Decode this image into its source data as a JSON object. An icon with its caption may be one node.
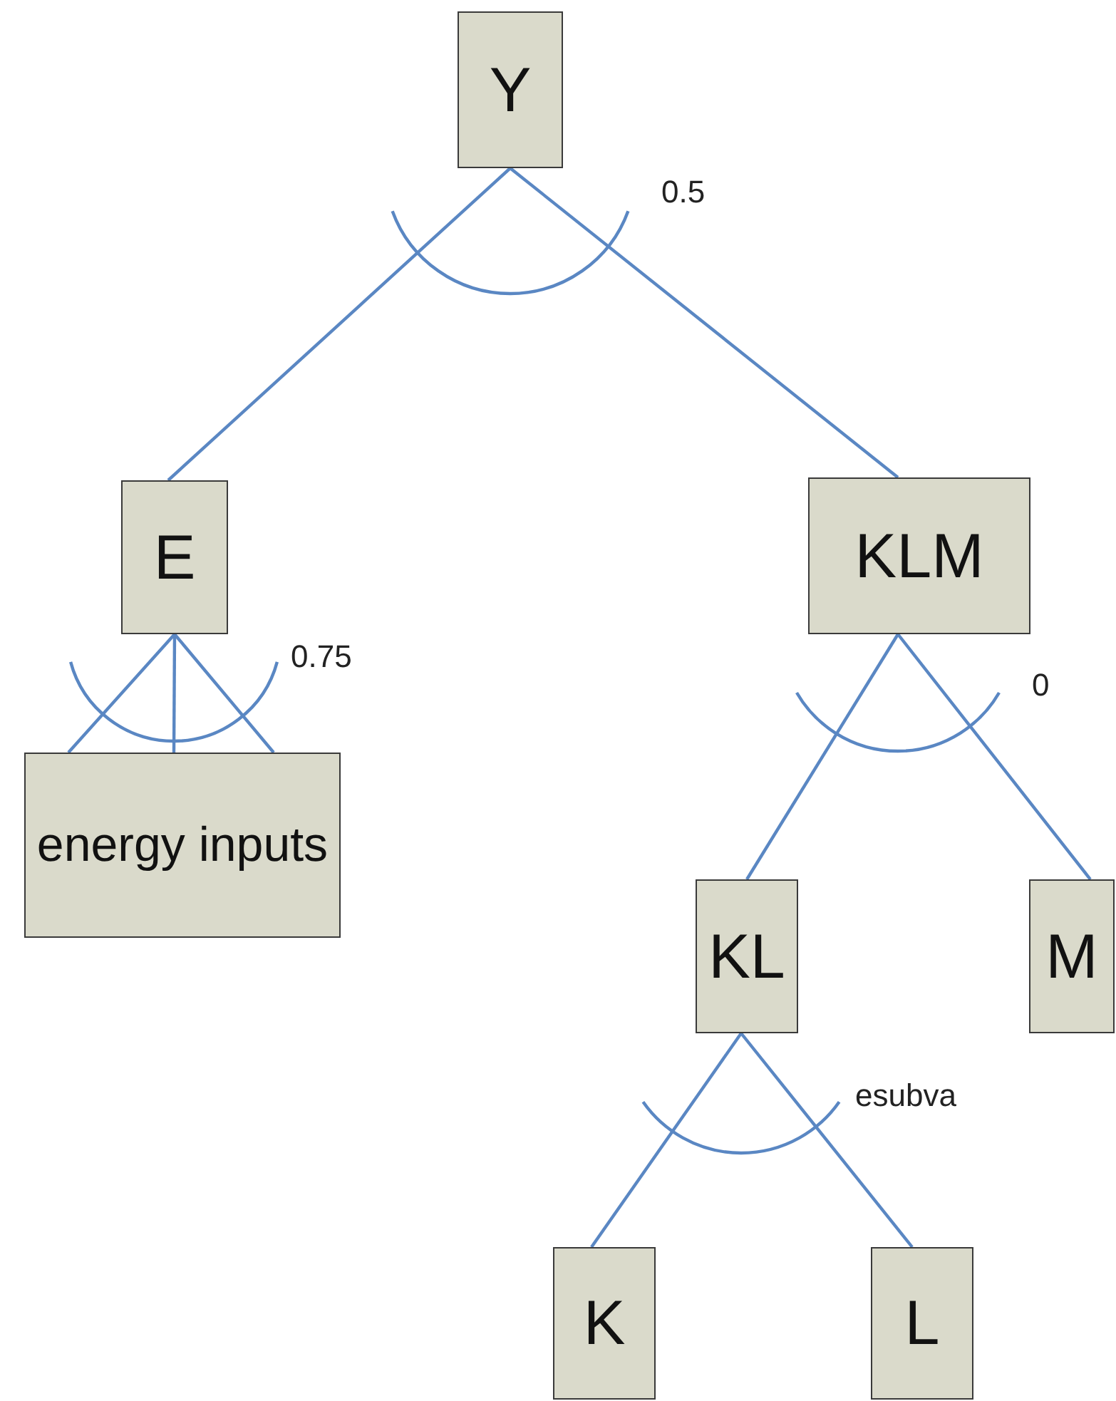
{
  "diagram": {
    "nodes": [
      {
        "text": [
          "Y"
        ]
      },
      {
        "text": [
          "E"
        ]
      },
      {
        "text": [
          "KLM"
        ]
      },
      {
        "text": [
          "energy inputs"
        ]
      },
      {
        "text": [
          "KL"
        ]
      },
      {
        "text": [
          "M"
        ]
      },
      {
        "text": [
          "K"
        ]
      },
      {
        "text": [
          "L"
        ]
      }
    ],
    "edges": [
      {
        "from": 0,
        "to": 1,
        "arrow": "none"
      },
      {
        "from": 0,
        "to": 2,
        "arrow": "none"
      },
      {
        "from": 1,
        "to": 3,
        "arrow": "none"
      },
      {
        "from": 1,
        "to": 3,
        "arrow": "none"
      },
      {
        "from": 1,
        "to": 3,
        "arrow": "none"
      },
      {
        "from": 2,
        "to": 4,
        "arrow": "none"
      },
      {
        "from": 2,
        "to": 5,
        "arrow": "none"
      },
      {
        "from": 4,
        "to": 6,
        "arrow": "none"
      },
      {
        "from": 4,
        "to": 7,
        "arrow": "none"
      }
    ],
    "labels": [
      "0.5",
      "0.75",
      "0",
      "esubva"
    ]
  }
}
